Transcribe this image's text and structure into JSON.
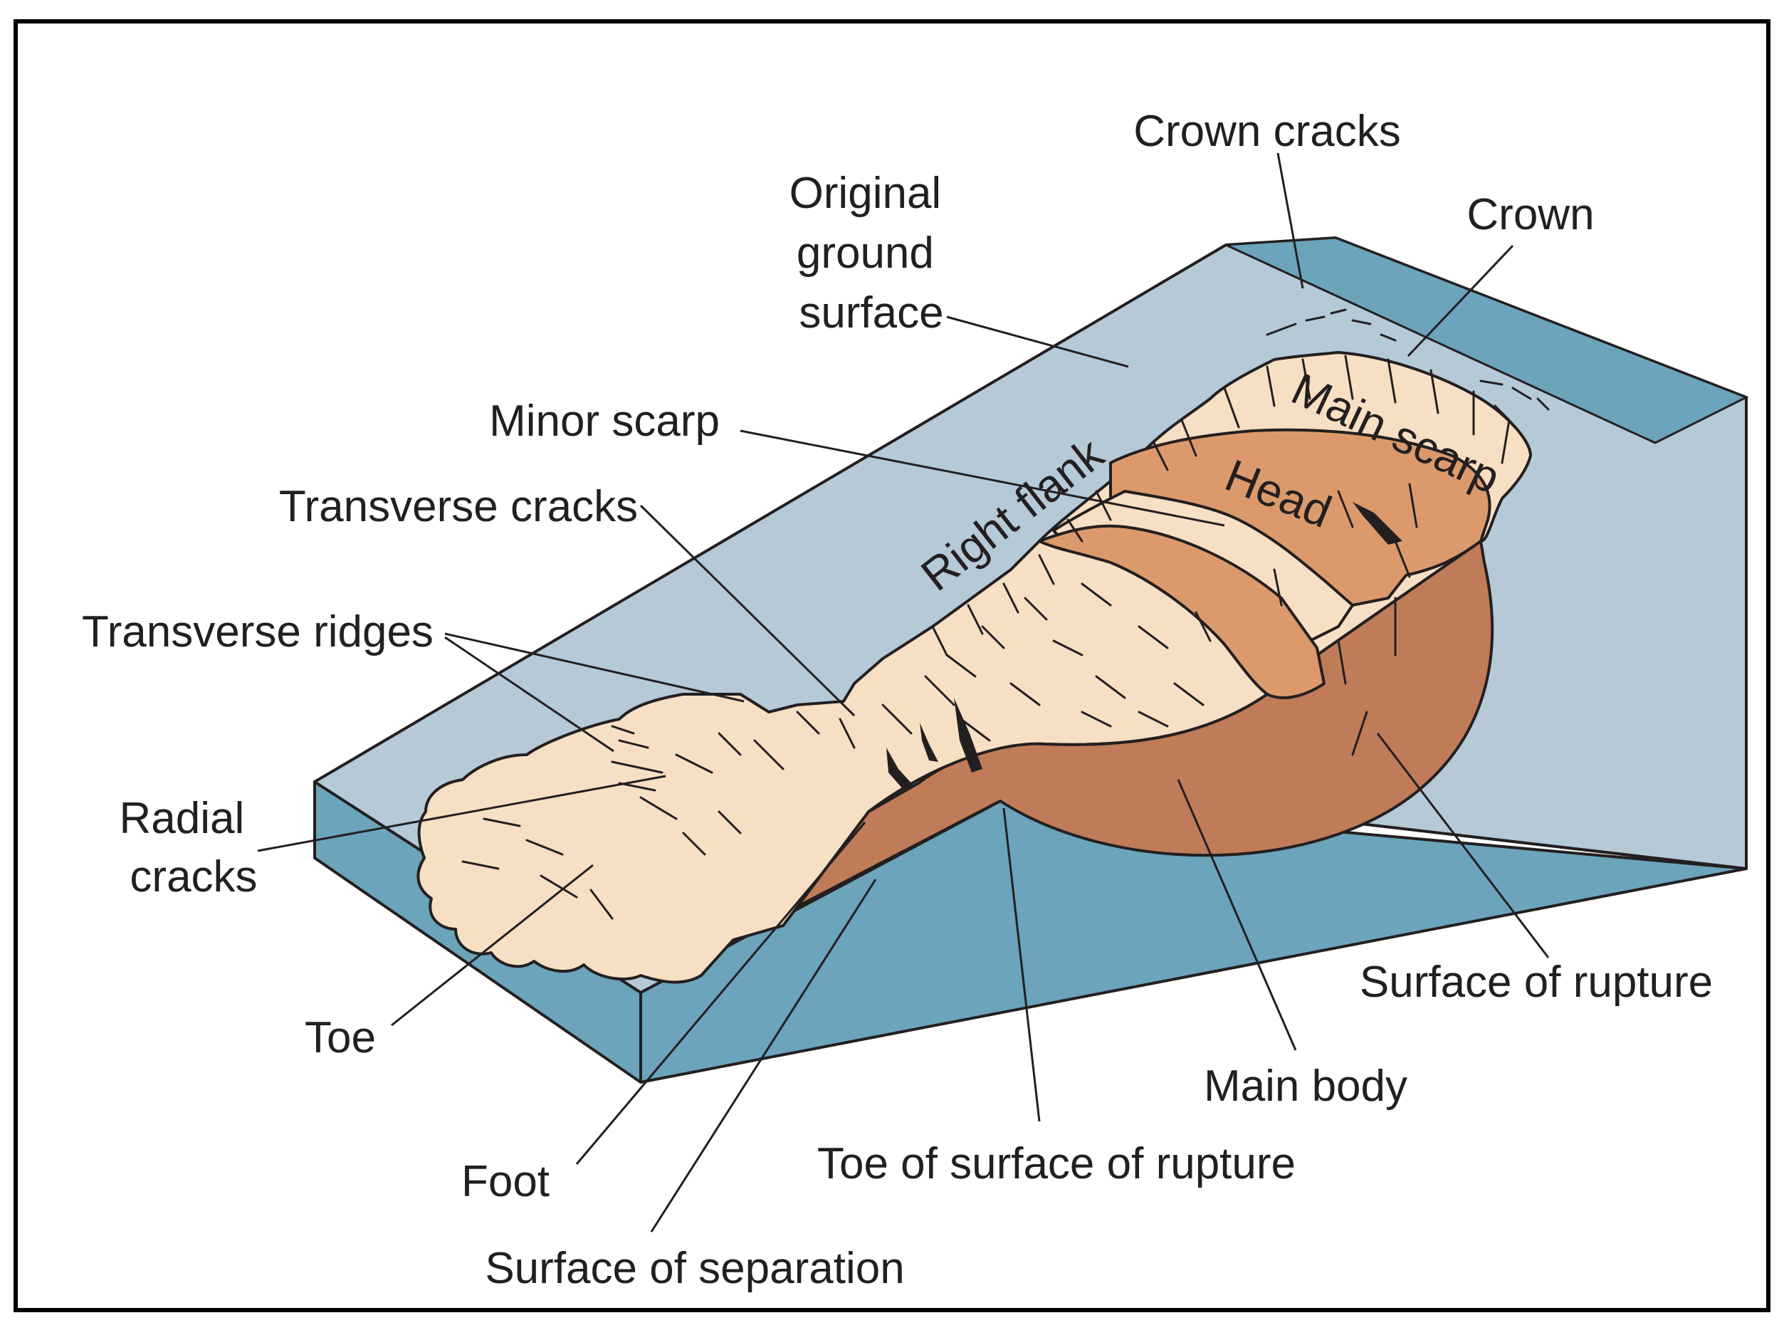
{
  "colors": {
    "ground_top": "#b5c9d7",
    "block_side": "#6ba4bb",
    "displaced_material": "#f7dfc3",
    "rupture_surface": "#c07b58",
    "head_block": "#dc9a6c",
    "ink": "#231f20",
    "frame": "#000000"
  },
  "labels": {
    "crown_cracks": "Crown cracks",
    "crown": "Crown",
    "original_ground_surface": [
      "Original",
      "ground",
      "surface"
    ],
    "minor_scarp": "Minor scarp",
    "transverse_cracks": "Transverse cracks",
    "transverse_ridges": "Transverse ridges",
    "radial_cracks": [
      "Radial",
      "cracks"
    ],
    "toe": "Toe",
    "foot": "Foot",
    "surface_of_separation": "Surface of separation",
    "toe_of_surface_of_rupture": "Toe of surface of rupture",
    "main_body": "Main body",
    "surface_of_rupture": "Surface of rupture",
    "main_scarp": "Main scarp",
    "head": "Head",
    "right_flank": "Right flank"
  }
}
